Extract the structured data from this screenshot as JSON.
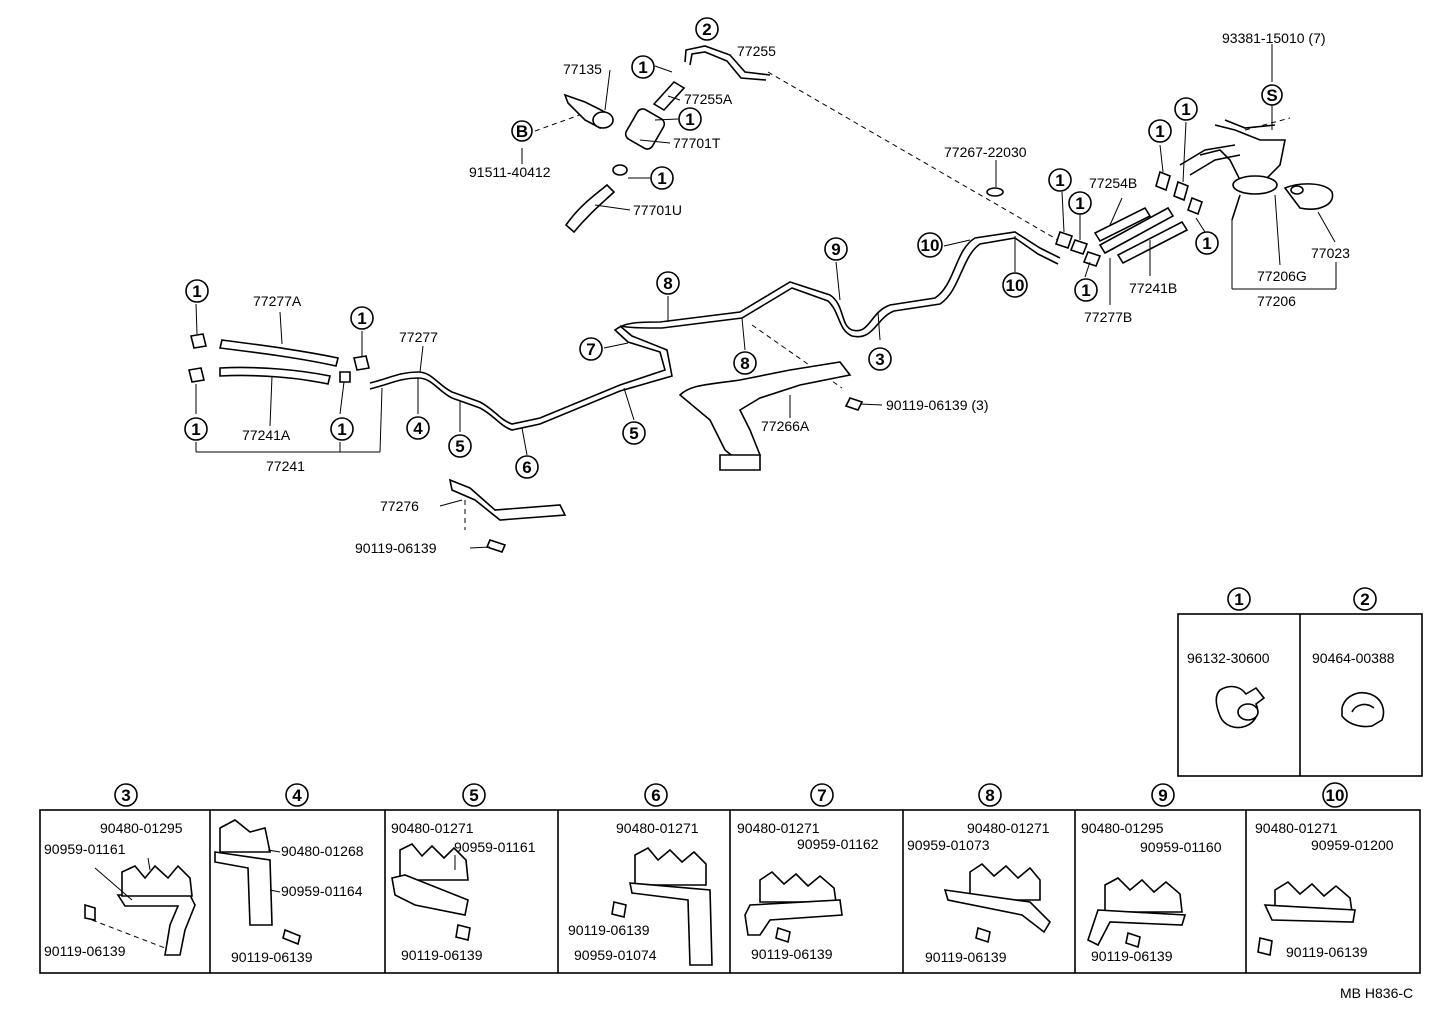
{
  "diagram_code": "MB H836-C",
  "callouts": {
    "c1": "1",
    "c2": "2",
    "c3": "3",
    "c4": "4",
    "c5": "5",
    "c6": "6",
    "c7": "7",
    "c8": "8",
    "c9": "9",
    "c10": "10",
    "cS": "S",
    "cB": "B"
  },
  "parts": {
    "p77135": "77135",
    "p77255": "77255",
    "p77255A": "77255A",
    "p77701T": "77701T",
    "p77701U": "77701U",
    "p91511": "91511-40412",
    "p93381": "93381-15010 (7)",
    "p77267": "77267-22030",
    "p77254B": "77254B",
    "p77241B": "77241B",
    "p77277B": "77277B",
    "p77023": "77023",
    "p77206G": "77206G",
    "p77206": "77206",
    "p77277A": "77277A",
    "p77277": "77277",
    "p77241A": "77241A",
    "p77241": "77241",
    "p77276": "77276",
    "p90119_a": "90119-06139",
    "p77266A": "77266A",
    "p90119_3": "90119-06139 (3)"
  },
  "legend_top": [
    {
      "num": "1",
      "part": "96132-30600"
    },
    {
      "num": "2",
      "part": "90464-00388"
    }
  ],
  "legend_bottom": [
    {
      "num": "3",
      "labels": [
        "90480-01295",
        "90959-01161",
        "90119-06139"
      ]
    },
    {
      "num": "4",
      "labels": [
        "90480-01268",
        "90959-01164",
        "90119-06139"
      ]
    },
    {
      "num": "5",
      "labels": [
        "90480-01271",
        "90959-01161",
        "90119-06139"
      ]
    },
    {
      "num": "6",
      "labels": [
        "90480-01271",
        "90119-06139",
        "90959-01074"
      ]
    },
    {
      "num": "7",
      "labels": [
        "90480-01271",
        "90959-01162",
        "90119-06139"
      ]
    },
    {
      "num": "8",
      "labels": [
        "90480-01271",
        "90959-01073",
        "90119-06139"
      ]
    },
    {
      "num": "9",
      "labels": [
        "90480-01295",
        "90959-01160",
        "90119-06139"
      ]
    },
    {
      "num": "10",
      "labels": [
        "90480-01271",
        "90959-01200",
        "90119-06139"
      ]
    }
  ]
}
